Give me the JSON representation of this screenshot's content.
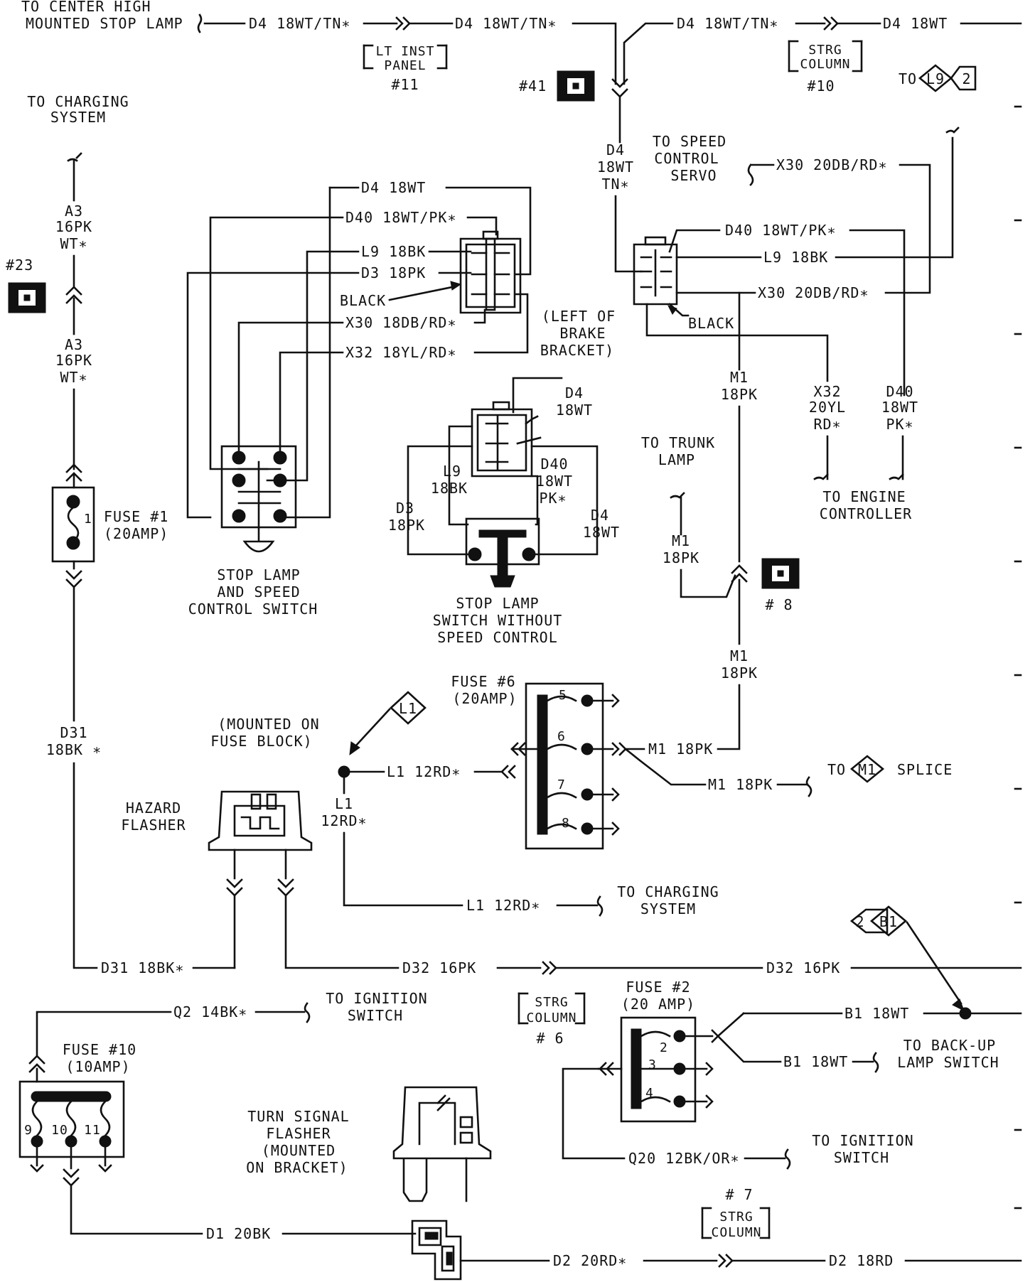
{
  "labels": {
    "center_high_1": "TO CENTER HIGH",
    "center_high_2": "MOUNTED STOP LAMP",
    "d4_a": "D4 18WT/TN∗",
    "d4_b": "D4 18WT/TN∗",
    "d4_c": "D4 18WT/TN∗",
    "d4_d": "D4 18WT",
    "lt_inst_1": "LT INST",
    "lt_inst_2": "PANEL",
    "lt_inst_num": "#11",
    "strg_col_1": "STRG",
    "strg_col_2": "COLUMN",
    "strg_col_num": "#10",
    "to_l9_to": "TO",
    "to_l9_code": "L9",
    "to_l9_num": "2",
    "conn41": "#41",
    "charging_1": "TO CHARGING",
    "charging_2": "SYSTEM",
    "d4_v_1": "D4",
    "d4_v_2": "18WT",
    "d4_v_3": "TN∗",
    "speed_servo_1": "TO SPEED",
    "speed_servo_2": "CONTROL",
    "speed_servo_3": "SERVO",
    "x30_servo": "X30 20DB/RD∗",
    "a3_top_1": "A3",
    "a3_top_2": "16PK",
    "a3_top_3": "WT∗",
    "conn23": "#23",
    "a3_bot_1": "A3",
    "a3_bot_2": "16PK",
    "a3_bot_3": "WT∗",
    "sw_d4": "D4 18WT",
    "sw_d40": "D40 18WT/PK∗",
    "sw_l9": "L9 18BK",
    "sw_d3": "D3 18PK",
    "sw_black": "BLACK",
    "sw_x30": "X30 18DB/RD∗",
    "sw_x32": "X32 18YL/RD∗",
    "left_brake_1": "(LEFT OF",
    "left_brake_2": "BRAKE",
    "left_brake_3": "BRACKET)",
    "r_d40": "D40 18WT/PK∗",
    "r_l9": "L9 18BK",
    "r_x30": "X30 20DB/RD∗",
    "r_black": "BLACK",
    "fuse1_1": "FUSE #1",
    "fuse1_2": "(20AMP)",
    "fuse1_pin": "1",
    "m1_1a": "M1",
    "m1_1b": "18PK",
    "x32_v_1": "X32",
    "x32_v_2": "20YL",
    "x32_v_3": "RD∗",
    "d40_v_1": "D40",
    "d40_v_2": "18WT",
    "d40_v_3": "PK∗",
    "trunk_1": "TO TRUNK",
    "trunk_2": "LAMP",
    "engine_1": "TO ENGINE",
    "engine_2": "CONTROLLER",
    "nsc_d4_1": "D4",
    "nsc_d4_2": "18WT",
    "nsc_l9_1": "L9",
    "nsc_l9_2": "18BK",
    "nsc_d40_1": "D40",
    "nsc_d40_2": "18WT",
    "nsc_d40_3": "PK∗",
    "nsc_d3_1": "D3",
    "nsc_d3_2": "18PK",
    "nsc_d4b_1": "D4",
    "nsc_d4b_2": "18WT",
    "sls_1": "STOP LAMP",
    "sls_2": "AND SPEED",
    "sls_3": "CONTROL SWITCH",
    "nsc_cap_1": "STOP LAMP",
    "nsc_cap_2": "SWITCH WITHOUT",
    "nsc_cap_3": "SPEED CONTROL",
    "m1_2a": "M1",
    "m1_2b": "18PK",
    "conn8": "# 8",
    "m1_3a": "M1",
    "m1_3b": "18PK",
    "fuse6_1": "FUSE #6",
    "fuse6_2": "(20AMP)",
    "f6_5": "5",
    "f6_6": "6",
    "f6_7": "7",
    "f6_8": "8",
    "l1_diamond": "L1",
    "mounted_1": "(MOUNTED ON",
    "mounted_2": "FUSE BLOCK)",
    "l1_h": "L1 12RD∗",
    "m1_h1": "M1 18PK",
    "m1_h2": "M1 18PK",
    "to_m1_to": "TO",
    "to_m1_code": "M1",
    "to_m1_splice": "SPLICE",
    "hazard_1": "HAZARD",
    "hazard_2": "FLASHER",
    "l1_v_1": "L1",
    "l1_v_2": "12RD∗",
    "d31_v_1": "D31",
    "d31_v_2": "18BK ∗",
    "l1_bottom": "L1 12RD∗",
    "charging2_1": "TO CHARGING",
    "charging2_2": "SYSTEM",
    "b1_num": "2",
    "b1_code": "B1",
    "d31_h": "D31 18BK∗",
    "d32_a": "D32 16PK",
    "d32_b": "D32 16PK",
    "q2": "Q2 14BK∗",
    "ign_1": "TO IGNITION",
    "ign_2": "SWITCH",
    "strg6_1": "STRG",
    "strg6_2": "COLUMN",
    "strg6_num": "# 6",
    "fuse2_1": "FUSE #2",
    "fuse2_2": "(20 AMP)",
    "f2_2": "2",
    "f2_3": "3",
    "f2_4": "4",
    "b1_a": "B1 18WT",
    "b1_b": "B1 18WT",
    "backup_1": "TO BACK-UP",
    "backup_2": "LAMP SWITCH",
    "fuse10_1": "FUSE #10",
    "fuse10_2": "(10AMP)",
    "f10_9": "9",
    "f10_10": "10",
    "f10_11": "11",
    "turn_1": "TURN SIGNAL",
    "turn_2": "FLASHER",
    "turn_3": "(MOUNTED",
    "turn_4": "ON BRACKET)",
    "q20": "Q20 12BK/OR∗",
    "ign2_1": "TO IGNITION",
    "ign2_2": "SWITCH",
    "strg7_num": "# 7",
    "strg7_1": "STRG",
    "strg7_2": "COLUMN",
    "d1": "D1 20BK",
    "d2_a": "D2 20RD∗",
    "d2_b": "D2 18RD"
  }
}
